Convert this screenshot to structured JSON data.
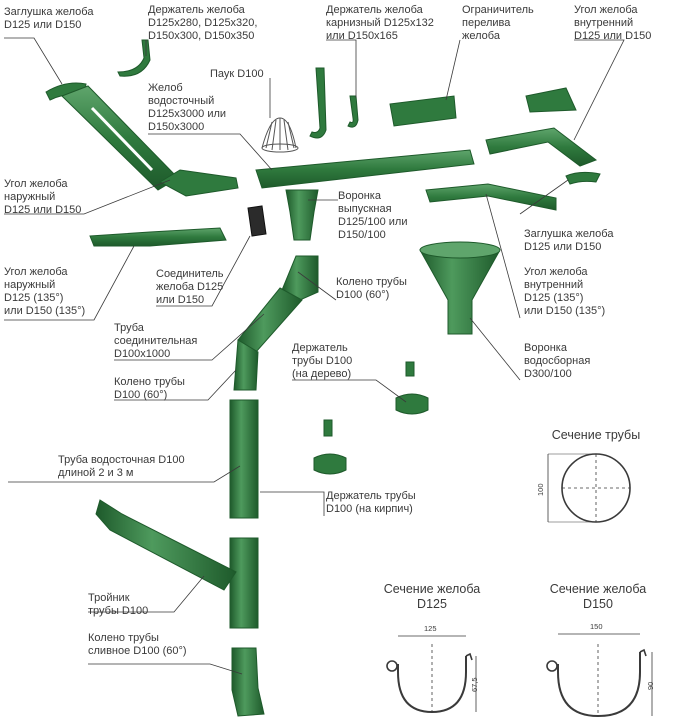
{
  "colors": {
    "part": "#2f7a3e",
    "part_dark": "#1e5a2b",
    "part_light": "#5fa56c",
    "leader": "#3a3a3a"
  },
  "labels": {
    "cap_end": "Заглушка желоба\nD125 или D150",
    "gutter_holder": "Держатель желоба\nD125x280, D125x320,\nD150x300, D150x350",
    "fascia_holder": "Держатель желоба\nкарнизный D125x132\nили D150x165",
    "overflow_limiter": "Ограничитель\nперелива\nжелоба",
    "inner_corner_top": "Угол желоба\nвнутренний\nD125 или D150",
    "spider": "Паук D100",
    "gutter": "Желоб\nводосточный\nD125x3000 или\nD150x3000",
    "outer_corner": "Угол желоба\nнаружный\nD125 или D150",
    "outlet_funnel": "Воронка\nвыпускная\nD125/100 или\nD150/100",
    "cap_end_right": "Заглушка желоба\nD125 или D150",
    "outer_corner_135": "Угол желоба\nнаружный\nD125 (135°)\nили D150 (135°)",
    "gutter_connector": "Соединитель\nжелоба D125\nили D150",
    "pipe_elbow_top": "Колено трубы\nD100 (60°)",
    "inner_corner_135": "Угол желоба\nвнутренний\nD125 (135°)\nили D150 (135°)",
    "connecting_pipe": "Труба\nсоединительная\nD100x1000",
    "pipe_holder_wood": "Держатель\nтрубы D100\n(на дерево)",
    "collector_funnel": "Воронка\nводосборная\nD300/100",
    "pipe_elbow_mid": "Колено трубы\nD100 (60°)",
    "downpipe": "Труба водосточная D100\nдлиной 2 и 3 м",
    "pipe_holder_brick": "Держатель трубы\nD100 (на кирпич)",
    "tee": "Тройник\nтрубы D100",
    "drain_elbow": "Колено трубы\nсливное D100 (60°)"
  },
  "sections": {
    "pipe": {
      "title": "Сечение трубы",
      "dim": "100"
    },
    "gutter_d125": {
      "title": "Сечение желоба\nD125",
      "width": "125",
      "height": "67,5"
    },
    "gutter_d150": {
      "title": "Сечение желоба\nD150",
      "width": "150",
      "height": "90"
    }
  }
}
